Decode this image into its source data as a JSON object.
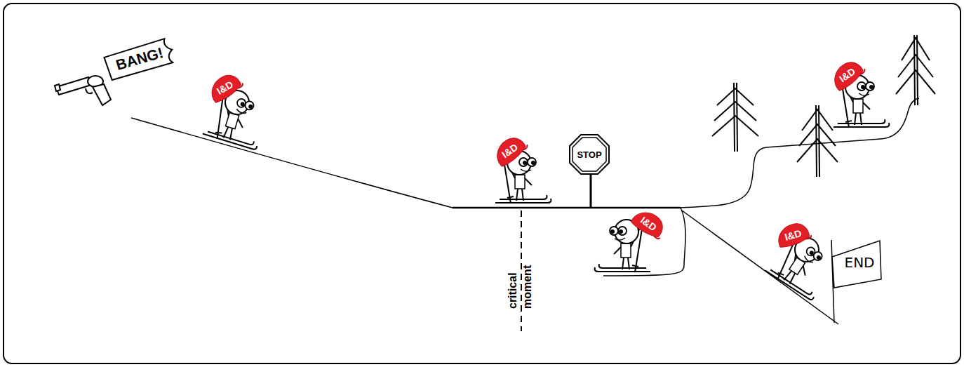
{
  "diagram": {
    "nodes": [
      {
        "text": [
          "BANG!"
        ]
      },
      {
        "text": [
          "I&D"
        ]
      },
      {
        "text": [
          "I&D"
        ]
      },
      {
        "text": [
          "STOP"
        ]
      },
      {
        "text": [
          "I&D"
        ]
      },
      {
        "text": [
          "I&D"
        ]
      },
      {
        "text": [
          "I&D"
        ]
      },
      {
        "text": [
          "END"
        ]
      }
    ],
    "labels": [
      "critical moment"
    ]
  }
}
